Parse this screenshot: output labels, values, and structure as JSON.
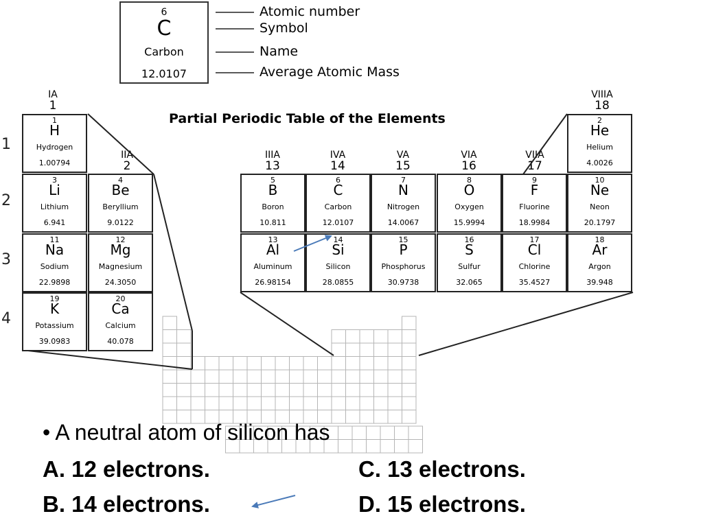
{
  "legend": {
    "number": "6",
    "symbol": "C",
    "name": "Carbon",
    "mass": "12.0107",
    "labels": [
      "Atomic number",
      "Symbol",
      "Name",
      "Average Atomic Mass"
    ]
  },
  "title": "Partial Periodic Table of the Elements",
  "row_labels": [
    "1",
    "2",
    "3",
    "4"
  ],
  "groups": [
    {
      "roman": "IA",
      "arabic": "1"
    },
    {
      "roman": "IIA",
      "arabic": "2"
    },
    {
      "roman": "IIIA",
      "arabic": "13"
    },
    {
      "roman": "IVA",
      "arabic": "14"
    },
    {
      "roman": "VA",
      "arabic": "15"
    },
    {
      "roman": "VIA",
      "arabic": "16"
    },
    {
      "roman": "VIIA",
      "arabic": "17"
    },
    {
      "roman": "VIIIA",
      "arabic": "18"
    }
  ],
  "elements": {
    "H": {
      "n": "1",
      "s": "H",
      "name": "Hydrogen",
      "m": "1.00794"
    },
    "Li": {
      "n": "3",
      "s": "Li",
      "name": "Lithium",
      "m": "6.941"
    },
    "Be": {
      "n": "4",
      "s": "Be",
      "name": "Beryllium",
      "m": "9.0122"
    },
    "Na": {
      "n": "11",
      "s": "Na",
      "name": "Sodium",
      "m": "22.9898"
    },
    "Mg": {
      "n": "12",
      "s": "Mg",
      "name": "Magnesium",
      "m": "24.3050"
    },
    "K": {
      "n": "19",
      "s": "K",
      "name": "Potassium",
      "m": "39.0983"
    },
    "Ca": {
      "n": "20",
      "s": "Ca",
      "name": "Calcium",
      "m": "40.078"
    },
    "He": {
      "n": "2",
      "s": "He",
      "name": "Helium",
      "m": "4.0026"
    },
    "B": {
      "n": "5",
      "s": "B",
      "name": "Boron",
      "m": "10.811"
    },
    "C": {
      "n": "6",
      "s": "C",
      "name": "Carbon",
      "m": "12.0107"
    },
    "N": {
      "n": "7",
      "s": "N",
      "name": "Nitrogen",
      "m": "14.0067"
    },
    "O": {
      "n": "8",
      "s": "O",
      "name": "Oxygen",
      "m": "15.9994"
    },
    "F": {
      "n": "9",
      "s": "F",
      "name": "Fluorine",
      "m": "18.9984"
    },
    "Ne": {
      "n": "10",
      "s": "Ne",
      "name": "Neon",
      "m": "20.1797"
    },
    "Al": {
      "n": "13",
      "s": "Al",
      "name": "Aluminum",
      "m": "26.98154"
    },
    "Si": {
      "n": "14",
      "s": "Si",
      "name": "Silicon",
      "m": "28.0855"
    },
    "P": {
      "n": "15",
      "s": "P",
      "name": "Phosphorus",
      "m": "30.9738"
    },
    "S": {
      "n": "16",
      "s": "S",
      "name": "Sulfur",
      "m": "32.065"
    },
    "Cl": {
      "n": "17",
      "s": "Cl",
      "name": "Chlorine",
      "m": "35.4527"
    },
    "Ar": {
      "n": "18",
      "s": "Ar",
      "name": "Argon",
      "m": "39.948"
    }
  },
  "question": {
    "prompt": "• A neutral atom of silicon has",
    "options": {
      "A": "A.  12 electrons.",
      "B": "B.  14 electrons.",
      "C": "C. 13 electrons.",
      "D": "D. 15 electrons."
    }
  },
  "colors": {
    "arrow": "#4a7ab8",
    "grid": "#b5b5b5",
    "ink": "#222222"
  }
}
